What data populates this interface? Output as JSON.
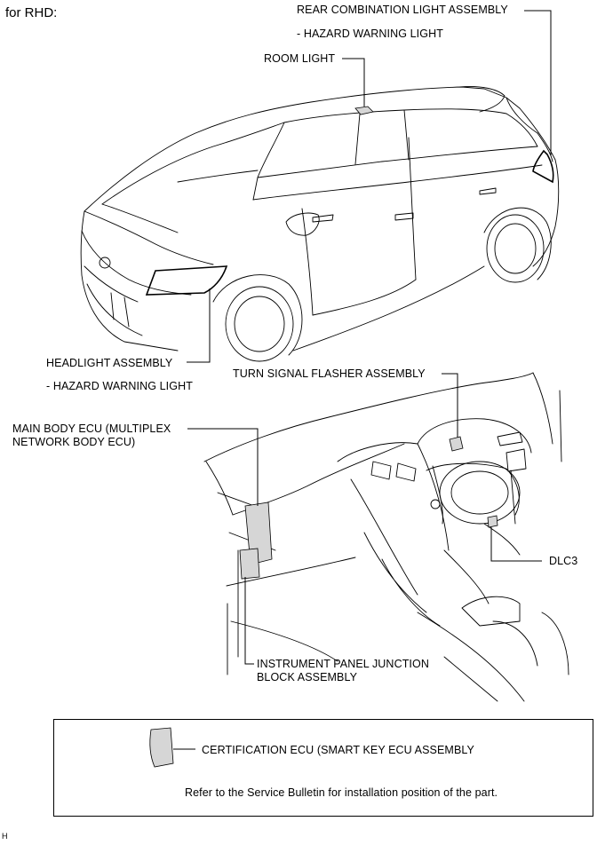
{
  "title": "for RHD:",
  "labels": {
    "rear_combination": "REAR COMBINATION LIGHT ASSEMBLY",
    "rear_hazard": "- HAZARD WARNING LIGHT",
    "room_light": "ROOM LIGHT",
    "headlight": "HEADLIGHT ASSEMBLY",
    "headlight_hazard": "- HAZARD WARNING LIGHT",
    "turn_signal": "TURN SIGNAL FLASHER ASSEMBLY",
    "main_body_ecu_1": "MAIN BODY ECU (MULTIPLEX",
    "main_body_ecu_2": "NETWORK BODY ECU)",
    "dlc3": "DLC3",
    "ip_junction_1": "INSTRUMENT PANEL JUNCTION",
    "ip_junction_2": "BLOCK ASSEMBLY"
  },
  "legend": {
    "certification_ecu": "CERTIFICATION ECU (SMART KEY ECU ASSEMBLY",
    "note": "Refer to the Service Bulletin for installation position of the part."
  },
  "corner_mark": "H"
}
